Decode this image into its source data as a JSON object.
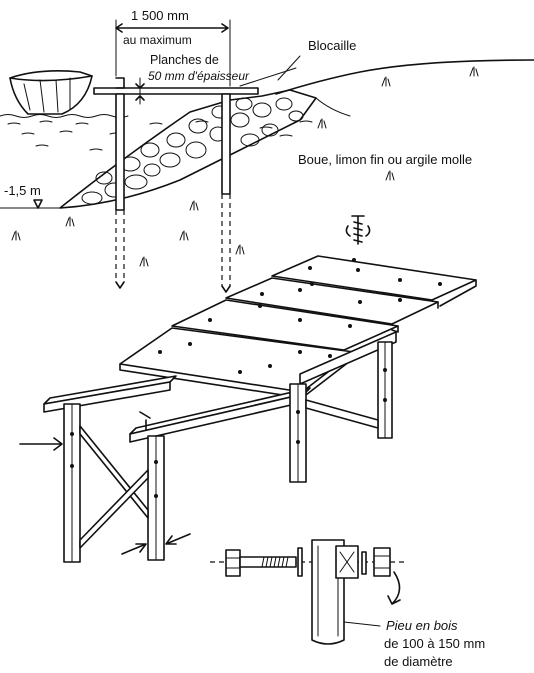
{
  "labels": {
    "width_value": "1 500 mm",
    "width_limit": "au maximum",
    "planks_line1": "Planches de",
    "planks_line2": "50 mm d'épaisseur",
    "riprap": "Blocaille",
    "soil": "Boue, limon fin ou argile molle",
    "depth": "-1,5 m",
    "pile_line1": "Pieu en bois",
    "pile_line2": "de 100 à 150 mm",
    "pile_line3": "de diamètre"
  },
  "colors": {
    "ink": "#111111",
    "paper": "#ffffff"
  }
}
